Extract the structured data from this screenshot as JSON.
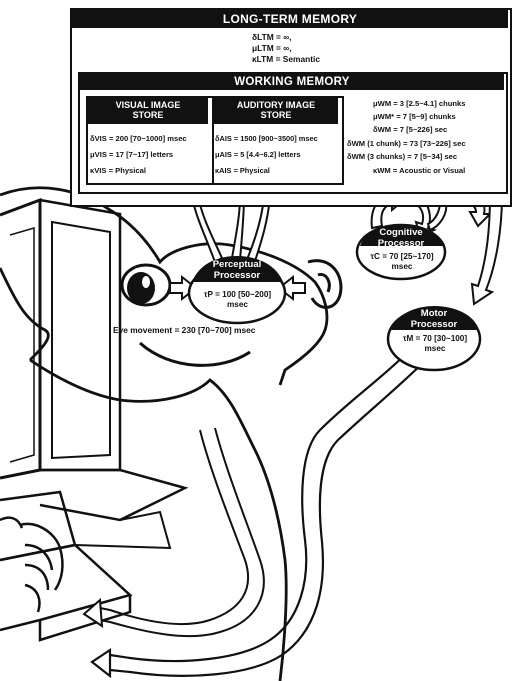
{
  "ltm": {
    "title": "LONG-TERM MEMORY",
    "delta": "δLTM = ∞,",
    "mu": "μLTM = ∞,",
    "kappa": "κLTM = Semantic"
  },
  "wm": {
    "title": "WORKING MEMORY",
    "stats": [
      "μWM = 3 [2.5~4.1] chunks",
      "μWM* = 7 [5~9] chunks",
      "δWM = 7 [5~226] sec",
      "δWM (1 chunk) = 73 [73~226] sec",
      "δWM (3 chunks) = 7 [5~34] sec",
      "κWM = Acoustic or Visual"
    ]
  },
  "vis": {
    "title_line1": "VISUAL IMAGE",
    "title_line2": "STORE",
    "delta": "δVIS = 200 [70~1000] msec",
    "mu": "μVIS = 17 [7~17] letters",
    "kappa": "κVIS = Physical"
  },
  "ais": {
    "title_line1": "AUDITORY IMAGE",
    "title_line2": "STORE",
    "delta": "δAIS = 1500 [900~3500] msec",
    "mu": "μAIS = 5 [4.4~6.2] letters",
    "kappa": "κAIS = Physical"
  },
  "perceptual": {
    "title_line1": "Perceptual",
    "title_line2": "Processor",
    "time_line1": "τP = 100 [50~200]",
    "time_line2": "msec"
  },
  "cognitive": {
    "title_line1": "Cognitive",
    "title_line2": "Processor",
    "time_line1": "τC = 70 [25~170]",
    "time_line2": "msec"
  },
  "motor": {
    "title_line1": "Motor",
    "title_line2": "Processor",
    "time_line1": "τM = 70 [30~100]",
    "time_line2": "msec"
  },
  "eye_movement": "Eye movement = 230 [70~700] msec"
}
